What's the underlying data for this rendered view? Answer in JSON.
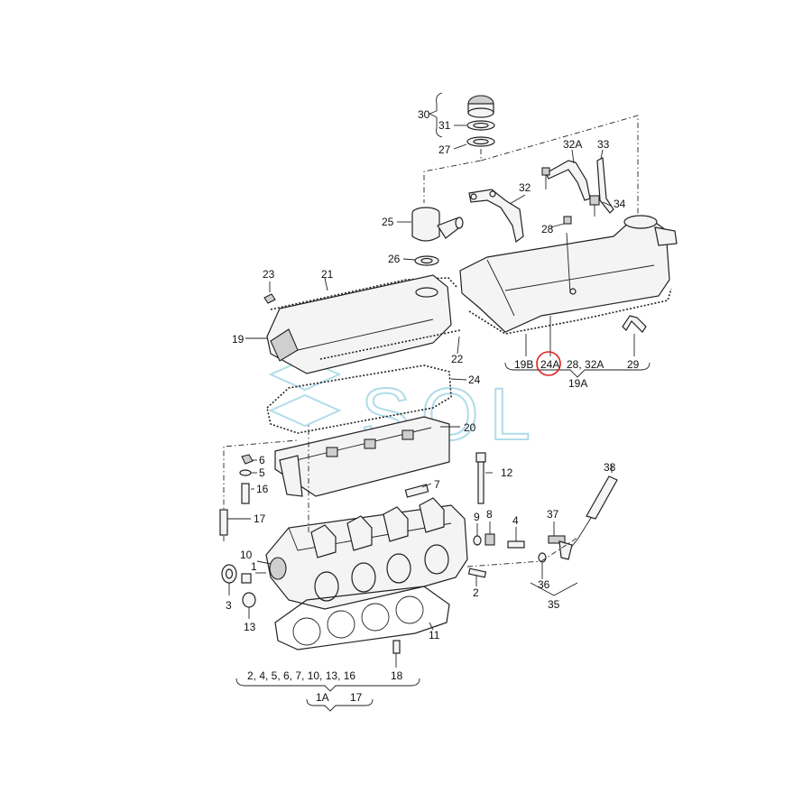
{
  "labels": {
    "l30": "30",
    "l31": "31",
    "l27": "27",
    "l32A": "32A",
    "l33": "33",
    "l32": "32",
    "l34": "34",
    "l28": "28",
    "l25": "25",
    "l26": "26",
    "l23": "23",
    "l21": "21",
    "l19": "19",
    "l22": "22",
    "l24": "24",
    "l20": "20",
    "l19B": "19B",
    "l24A": "24A",
    "l28_32A": "28, 32A",
    "l29": "29",
    "l19A": "19A",
    "l6": "6",
    "l5": "5",
    "l16": "16",
    "l17a": "17",
    "l12": "12",
    "l7": "7",
    "l9": "9",
    "l8": "8",
    "l4": "4",
    "l37": "37",
    "l38": "38",
    "l10": "10",
    "l3": "3",
    "l13": "13",
    "l1": "1",
    "l2": "2",
    "l11": "11",
    "l36": "36",
    "l35": "35",
    "l18": "18",
    "bottom_group": "2, 4, 5, 6, 7, 10, 13, 16",
    "l1A": "1A",
    "l17b": "17"
  },
  "watermark": "SOL",
  "highlight_color": "#e0211d"
}
